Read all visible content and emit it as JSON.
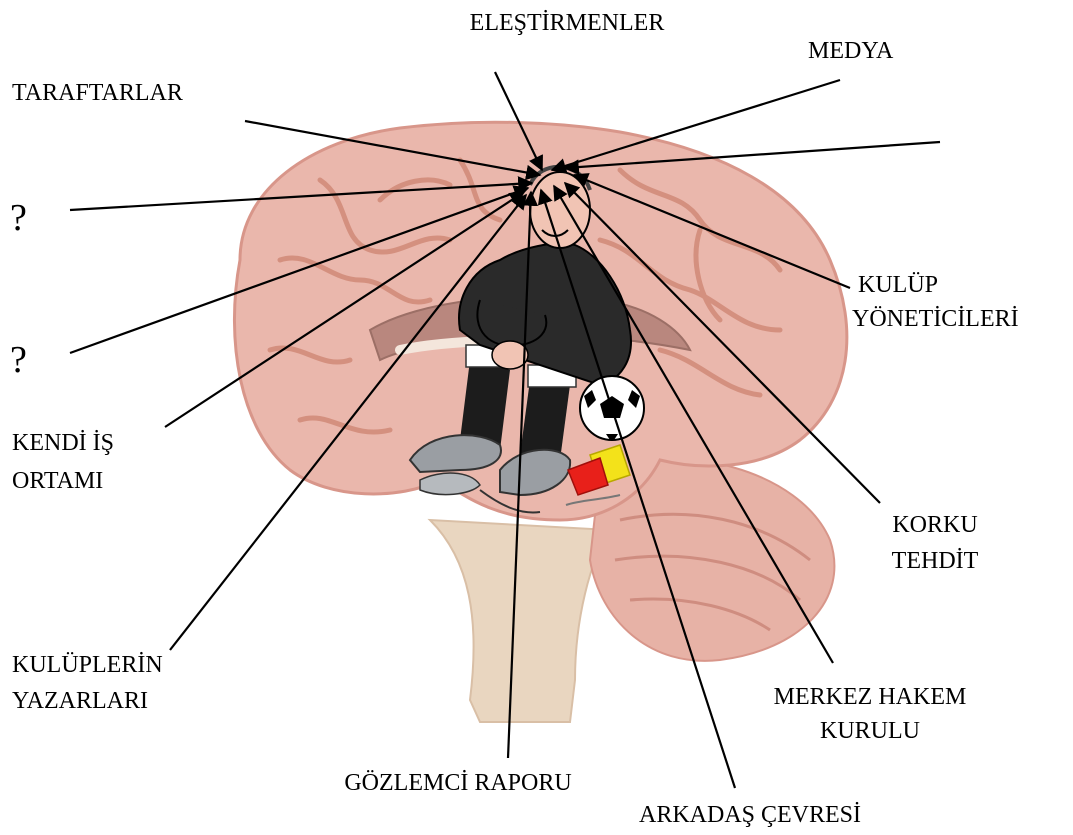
{
  "labels": {
    "elestirmenler": "ELEŞTİRMENLER",
    "medya": "MEDYA",
    "taraftarlar": "TARAFTARLAR",
    "question1": "?",
    "question2": "?",
    "kulup_yoneticileri_1": "KULÜP",
    "kulup_yoneticileri_2": "YÖNETİCİLERİ",
    "kendi_is_ortami_1": "KENDİ İŞ",
    "kendi_is_ortami_2": "ORTAMI",
    "korku_tehdit_1": "KORKU",
    "korku_tehdit_2": "TEHDİT",
    "kuluplerin_yazarlari_1": "KULÜPLERİN",
    "kuluplerin_yazarlari_2": "YAZARLARI",
    "merkez_hakem_kurulu_1": "MERKEZ HAKEM",
    "merkez_hakem_kurulu_2": "KURULU",
    "gozlemci_raporu": "GÖZLEMCİ RAPORU",
    "arkadas_cevresi": "ARKADAŞ ÇEVRESİ"
  },
  "colors": {
    "brain_fill": "#eab7ac",
    "brain_fold": "#d8968a",
    "stem_fill": "#e9d6c0",
    "cerebellum_fill": "#e7b2a6",
    "referee_shirt": "#2a2a2a",
    "referee_skin": "#f1c4b4",
    "sock": "#1c1c1c",
    "shoe": "#9a9ea3",
    "ball": "#ffffff",
    "red_card": "#e8201a",
    "yellow_card": "#f3e21a",
    "arrow": "#000000"
  },
  "images": {
    "brain": "brain-sagittal-illustration",
    "referee": "seated-referee-illustration",
    "ball": "football-icon",
    "cards": "red-yellow-card-icon"
  }
}
